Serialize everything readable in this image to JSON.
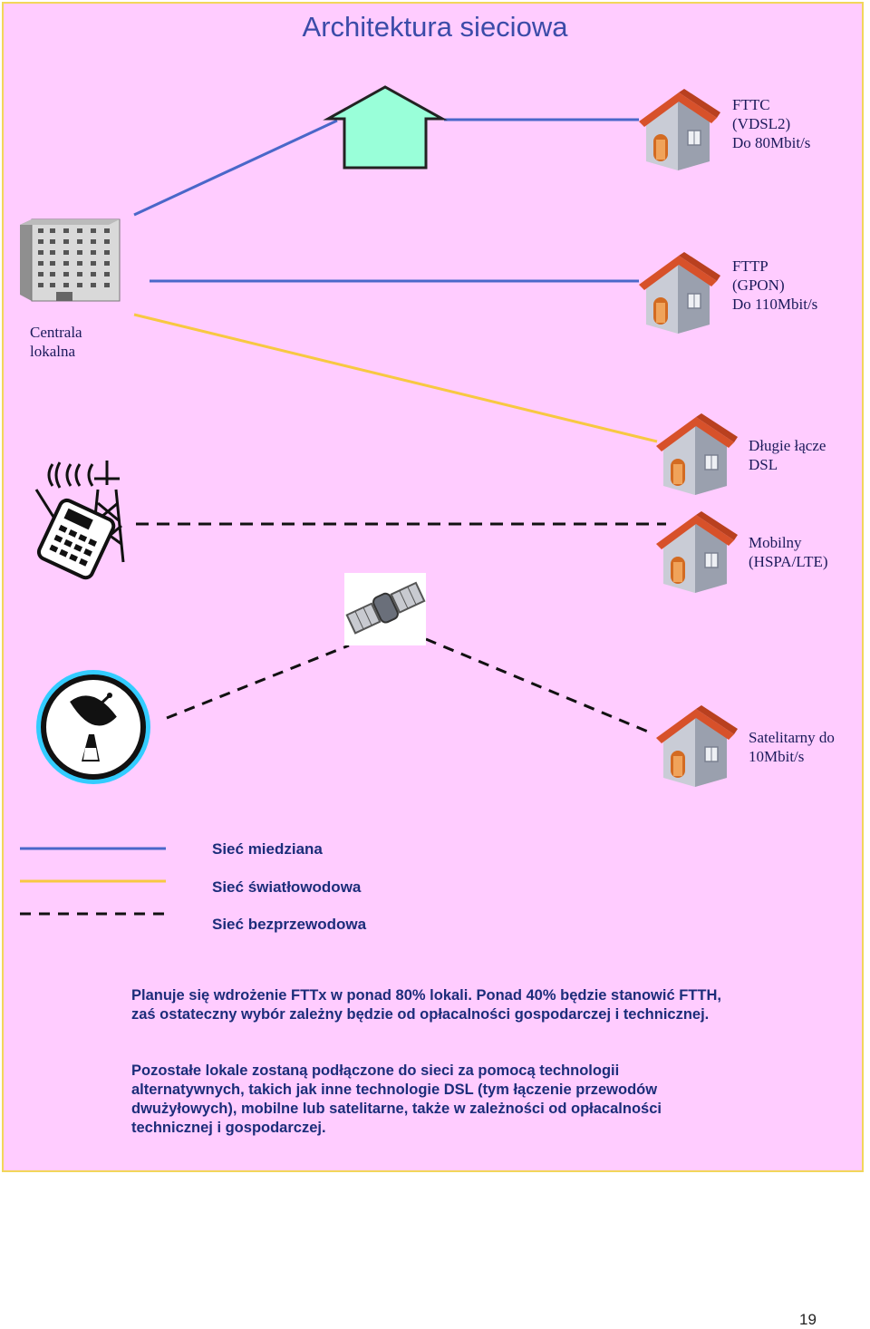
{
  "title": "Architektura sieciowa",
  "colors": {
    "background": "#ffccff",
    "copper": "#4a67c9",
    "fiber": "#f7c842",
    "wireless": "#111111",
    "text": "#1c2d7a"
  },
  "central": {
    "label": "Centrala\nlokalna"
  },
  "houses": [
    {
      "label": "FTTC\n(VDSL2)\nDo 80Mbit/s"
    },
    {
      "label": "FTTP\n(GPON)\nDo 110Mbit/s"
    },
    {
      "label": "Długie łącze\nDSL"
    },
    {
      "label": "Mobilny\n(HSPA/LTE)"
    },
    {
      "label": "Satelitarny do\n10Mbit/s"
    }
  ],
  "icons": [
    "building-icon",
    "cabinet-icon",
    "house-icon",
    "mobile-tower-icon",
    "satellite-icon",
    "satellite-dish-icon"
  ],
  "legend": [
    {
      "label": "Sieć miedziana",
      "style": "copper"
    },
    {
      "label": "Sieć światłowodowa",
      "style": "fiber"
    },
    {
      "label": "Sieć bezprzewodowa",
      "style": "wireless"
    }
  ],
  "paragraphs": [
    "Planuje się wdrożenie FTTx w ponad 80% lokali. Ponad 40% będzie stanowić FTTH, zaś ostateczny wybór zależny będzie od opłacalności gospodarczej i technicznej.",
    "Pozostałe lokale zostaną podłączone do sieci za pomocą technologii alternatywnych, takich jak inne technologie DSL (tym łączenie przewodów dwużyłowych), mobilne lub satelitarne, także w zależności od opłacalności technicznej i gospodarczej."
  ],
  "page_number": "19"
}
